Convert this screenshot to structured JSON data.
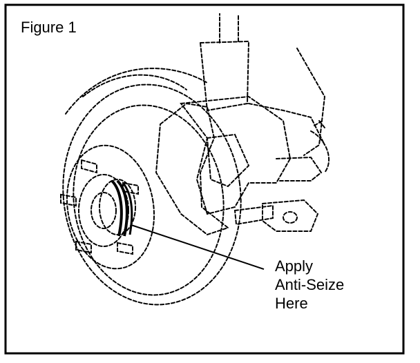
{
  "figure": {
    "title": "Figure 1",
    "callout_lines": [
      "Apply",
      "Anti-Seize",
      "Here"
    ]
  },
  "colors": {
    "line": "#000000",
    "background": "#ffffff"
  }
}
